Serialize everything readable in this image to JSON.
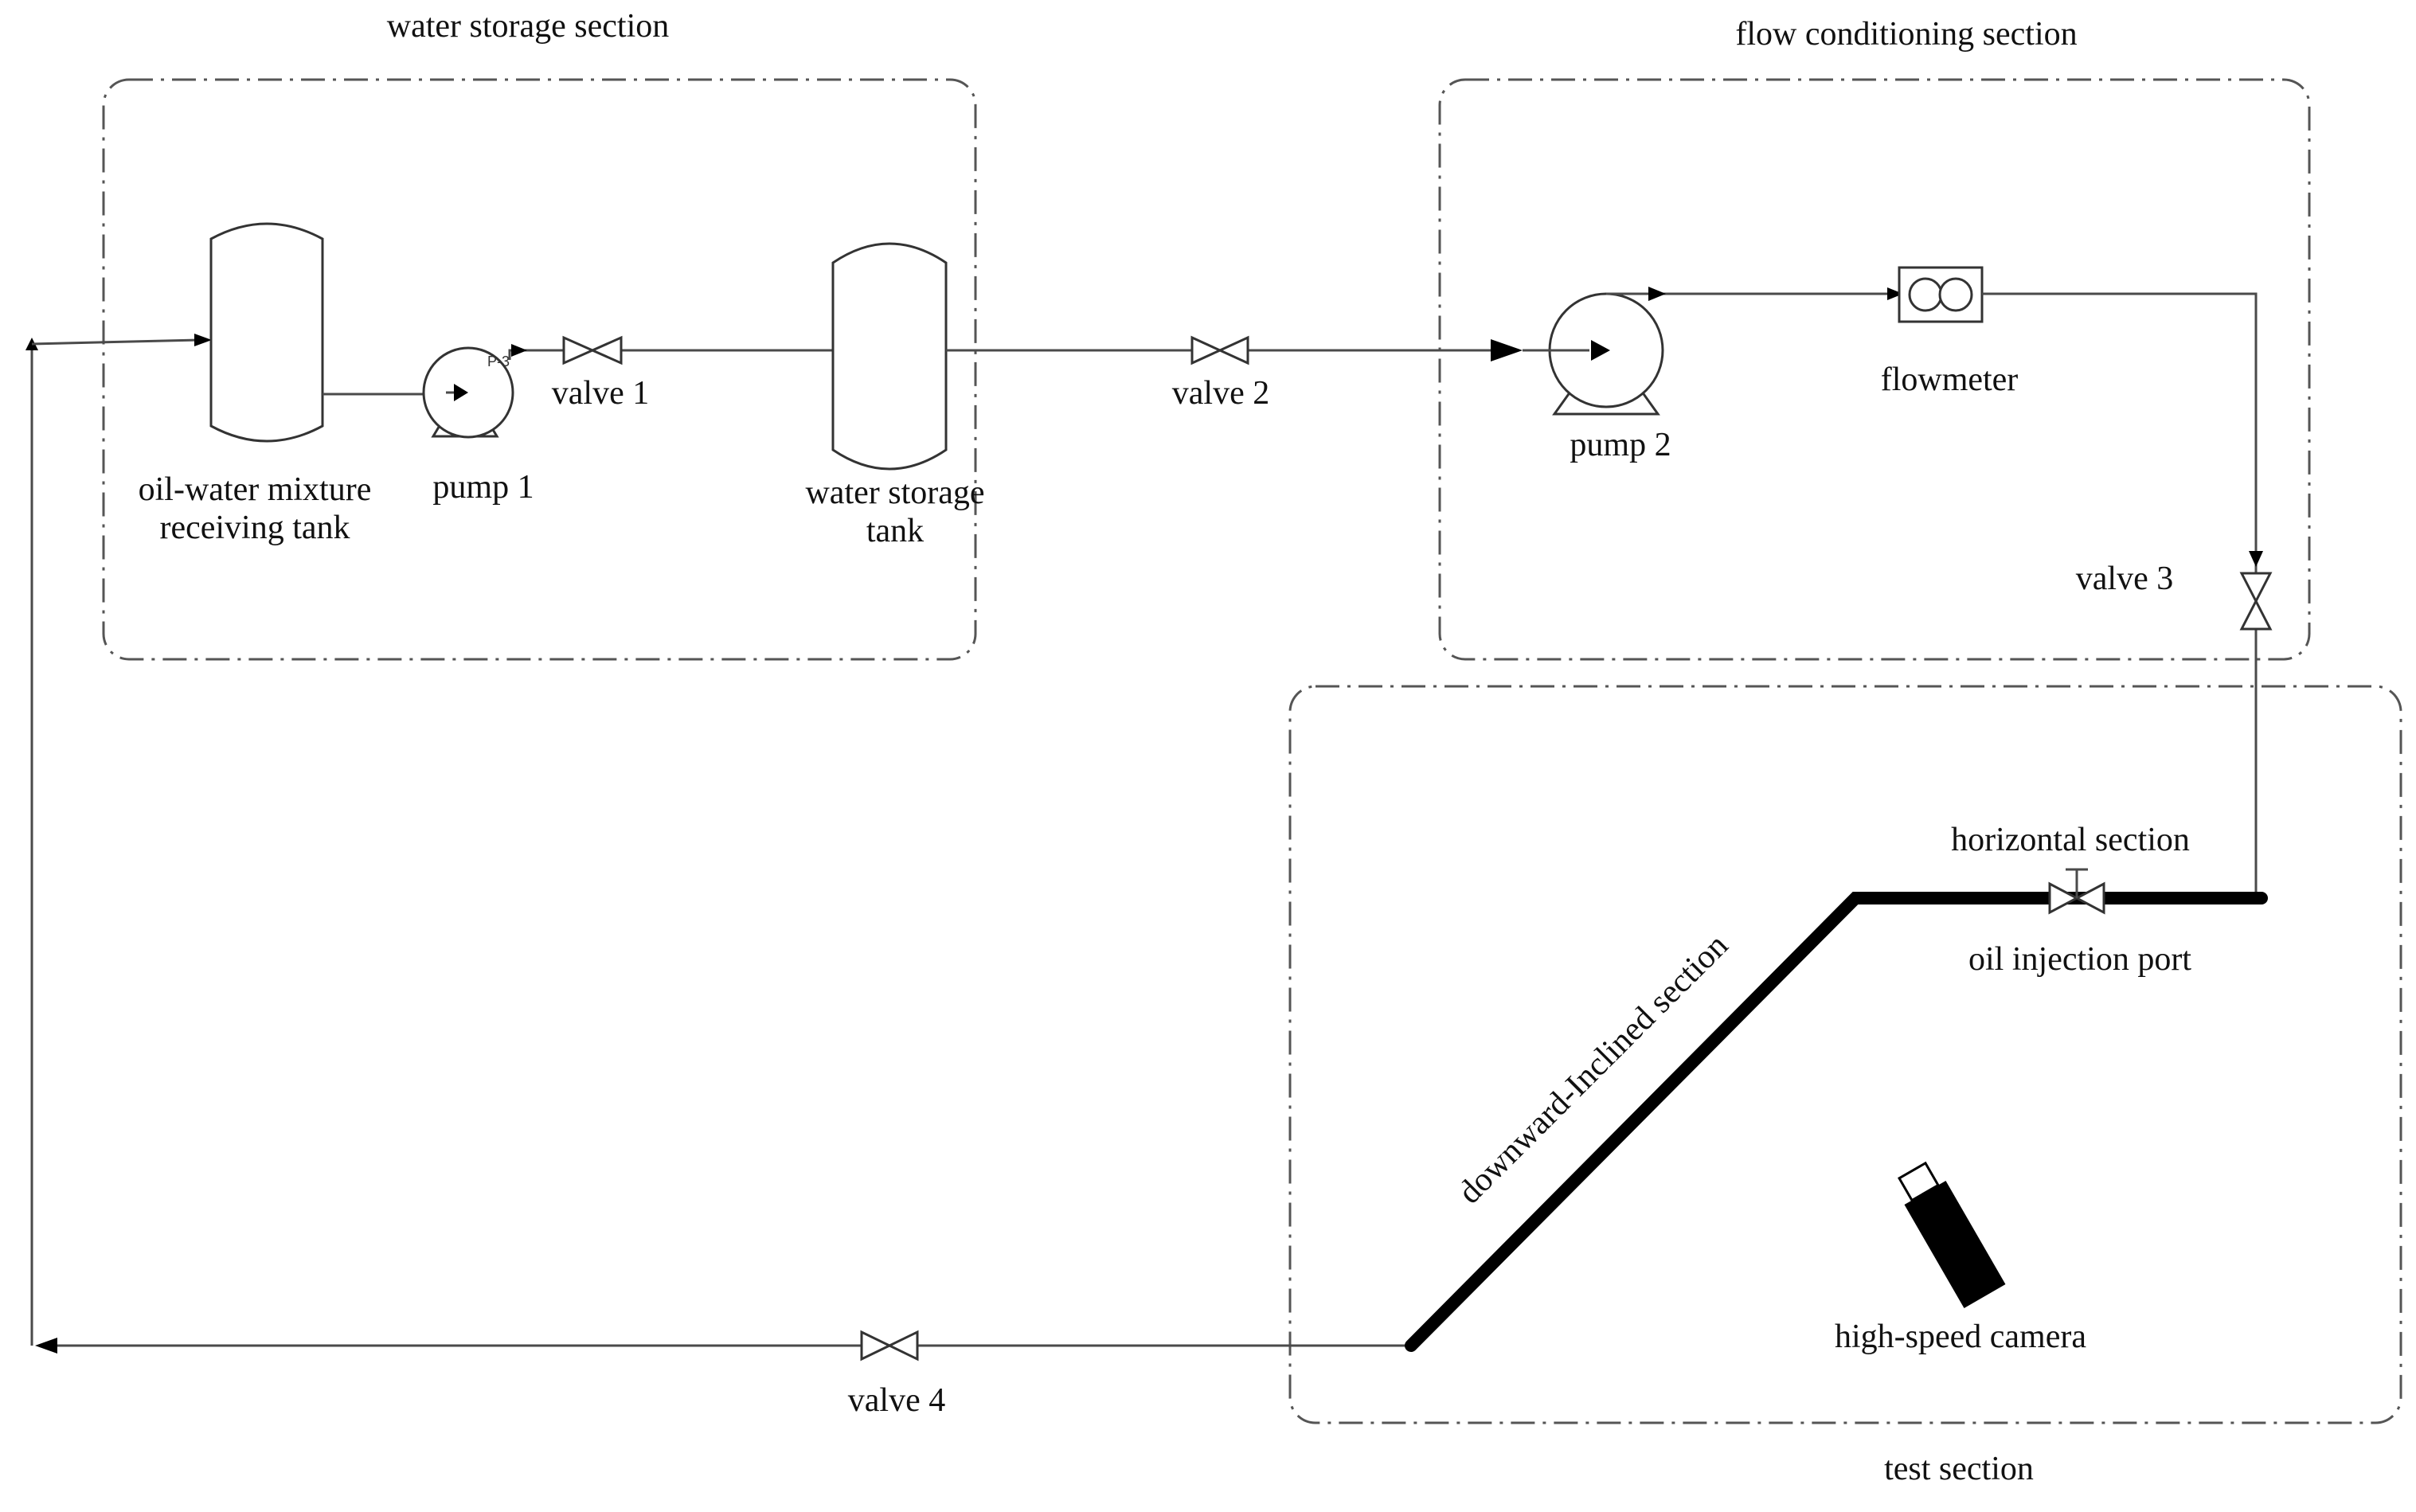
{
  "sections": {
    "water_storage": "water storage section",
    "flow_conditioning": "flow conditioning section",
    "test": "test section"
  },
  "components": {
    "receiving_tank": [
      "oil-water mixture",
      "receiving tank"
    ],
    "pump1": "pump 1",
    "pump1_tag": "P-3",
    "valve1": "valve 1",
    "water_tank": [
      "water storage",
      "tank"
    ],
    "valve2": "valve 2",
    "pump2": "pump 2",
    "flowmeter": "flowmeter",
    "valve3": "valve 3",
    "horizontal": "horizontal section",
    "injection_port": "oil injection port",
    "inclined": "downward-Inclined section",
    "camera": "high-speed camera",
    "valve4": "valve 4"
  },
  "colors": {
    "line": "#4a4a4a",
    "thick_pipe": "#000000",
    "boundary": "#555555",
    "text": "#111111"
  }
}
